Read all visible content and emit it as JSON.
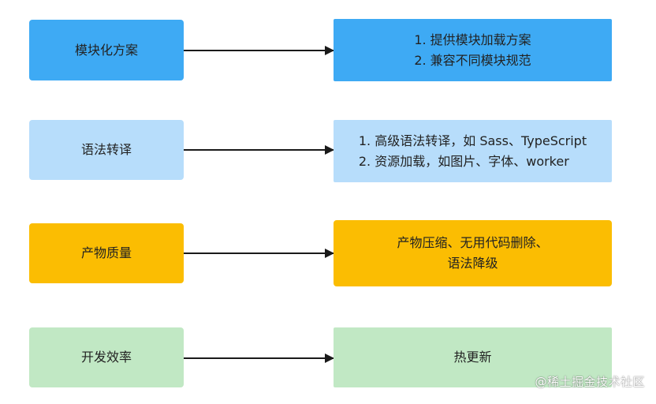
{
  "rows": [
    {
      "left_label": "模块化方案",
      "left_color": "#3eaaf4",
      "right_color": "#3eaaf4",
      "right_lines": [
        "1. 提供模块加载方案",
        "2. 兼容不同模块规范"
      ]
    },
    {
      "left_label": "语法转译",
      "left_color": "#b7ddfb",
      "right_color": "#b7ddfb",
      "right_lines": [
        "1. 高级语法转译，如 Sass、TypeScript",
        "2. 资源加载，如图片、字体、worker"
      ]
    },
    {
      "left_label": "产物质量",
      "left_color": "#fbbd02",
      "right_color": "#fbbd02",
      "right_lines": [
        "产物压缩、无用代码删除、",
        "语法降级"
      ]
    },
    {
      "left_label": "开发效率",
      "left_color": "#c1e8c4",
      "right_color": "#c1e8c4",
      "right_lines": [
        "热更新"
      ]
    }
  ],
  "watermark": "@稀土掘金技术社区"
}
